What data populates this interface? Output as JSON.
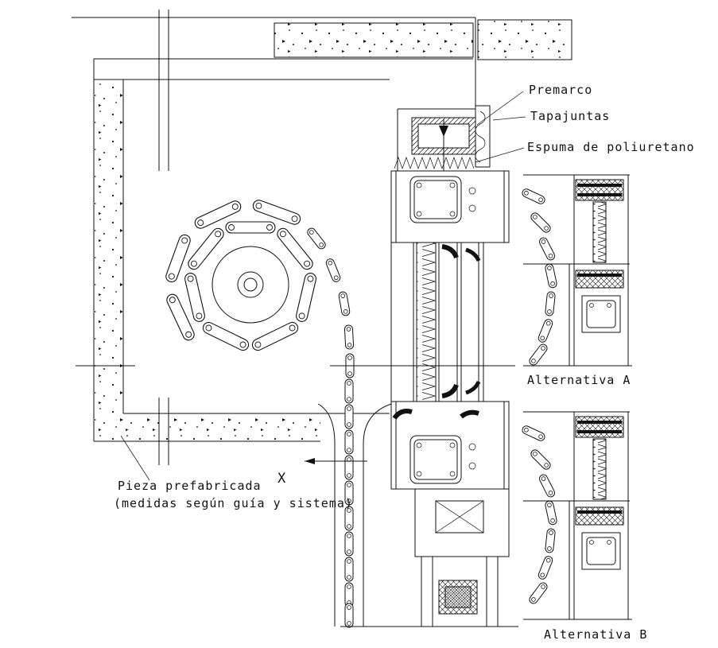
{
  "colors": {
    "line": "#111111",
    "background": "#ffffff"
  },
  "annotations": {
    "premarco": "Premarco",
    "tapajuntas": "Tapajuntas",
    "espuma": "Espuma de poliuretano",
    "pieza_line1": "Pieza prefabricada",
    "pieza_line2": "(medidas según guía y sistema)",
    "dimension_x": "X",
    "alternativa_a": "Alternativa A",
    "alternativa_b": "Alternativa B"
  }
}
